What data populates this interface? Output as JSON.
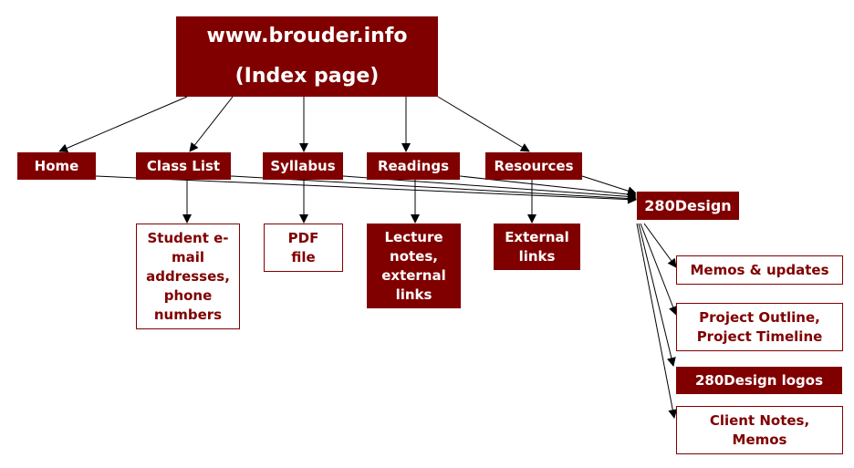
{
  "colors": {
    "brand": "#800000"
  },
  "root": {
    "line1": "www.brouder.info",
    "line2": "(Index page)"
  },
  "nav": {
    "home": "Home",
    "classlist": "Class List",
    "syllabus": "Syllabus",
    "readings": "Readings",
    "resources": "Resources"
  },
  "hub": "280Design",
  "children": {
    "student": "Student e-mail addresses, phone numbers",
    "pdf": "PDF file",
    "lecture": "Lecture notes, external links",
    "external": "External links"
  },
  "design": {
    "memos": "Memos & updates",
    "project": "Project Outline, Project Timeline",
    "logos": "280Design logos",
    "client": "Client Notes, Memos"
  }
}
